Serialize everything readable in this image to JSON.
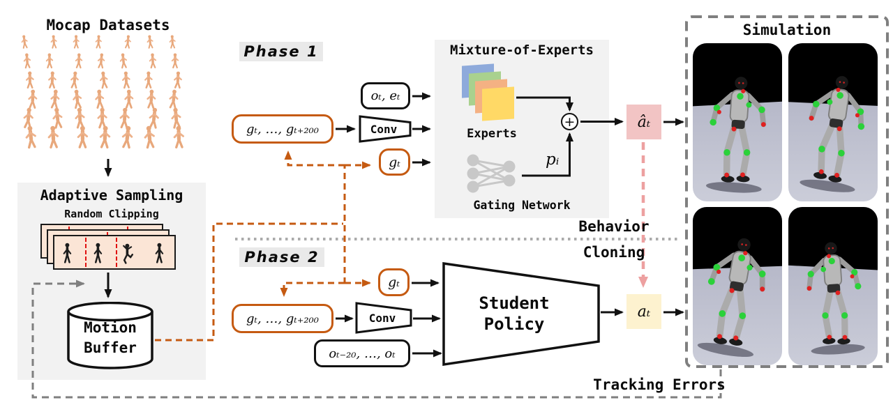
{
  "mocap": {
    "title": "Mocap Datasets"
  },
  "adaptive_sampling": {
    "title": "Adaptive Sampling",
    "clipping_label": "Random Clipping",
    "buffer": {
      "line1": "Motion",
      "line2": "Buffer"
    }
  },
  "phase1": {
    "label": "Phase 1",
    "goal_sequence": "gₜ, …, gₜ₊₂₀₀",
    "observation": "oₜ, eₜ",
    "conv": "Conv",
    "goal": "gₜ"
  },
  "moe": {
    "title": "Mixture-of-Experts",
    "experts_label": "Experts",
    "gating_label": "Gating Network",
    "gating_weight": "pᵢ",
    "sum": "+"
  },
  "teacher_action": "âₜ",
  "behavior_cloning": {
    "line1": "Behavior",
    "line2": "Cloning"
  },
  "phase2": {
    "label": "Phase 2",
    "goal": "gₜ",
    "goal_sequence": "gₜ, …, gₜ₊₂₀₀",
    "conv": "Conv",
    "observation_history": "oₜ₋₂₀, …, oₜ",
    "student": {
      "line1": "Student",
      "line2": "Policy"
    }
  },
  "student_action": "aₜ",
  "simulation": {
    "title": "Simulation"
  },
  "tracking_errors_label": "Tracking Errors",
  "colors": {
    "orange_accent": "#C55A11",
    "teacher_action_bg": "#F2C4C4",
    "student_action_bg": "#FDF2CF",
    "panel_gray": "#F2F2F2",
    "clip_card_bg": "#FBE5D6",
    "expert_blue": "#8EAADB",
    "expert_green": "#A9D18E",
    "expert_salmon": "#F4B183",
    "expert_yellow": "#FFD966",
    "behavior_cloning_arrow": "#EDA0A0",
    "red_clip_line": "#E01010"
  }
}
